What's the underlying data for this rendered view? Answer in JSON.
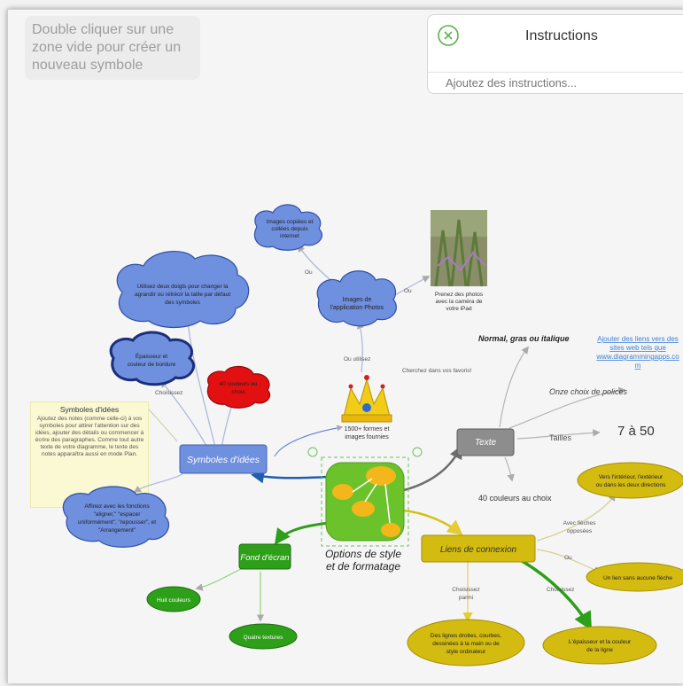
{
  "hint": {
    "text": "Double cliquer sur une zone vide pour créer un nouveau symbole"
  },
  "instructions": {
    "title": "Instructions",
    "placeholder": "Ajoutez des instructions..."
  },
  "central": {
    "line1": "Options de style",
    "line2": "et de formatage"
  },
  "nodes": {
    "symboles": "Symboles d'idées",
    "texte": "Texte",
    "fond": "Fond d'écran",
    "liens": "Liens de connexion",
    "crown_l1": "1500+ formes et",
    "crown_l2": "images fournies",
    "photos_l1": "Images de",
    "photos_l2": "l'application Photos",
    "copied_l1": "Images copiées et",
    "copied_l2": "collées depuis",
    "copied_l3": "internet",
    "camera_l1": "Prenez des photos",
    "camera_l2": "avec la caméra de",
    "camera_l3": "votre iPad",
    "drag_l1": "Utilisez deux doigts pour changer la",
    "drag_l2": "agrandir ou rétrécir la taille par défaut",
    "drag_l3": "des symboles",
    "border_l1": "Épaisseur et",
    "border_l2": "couleur de bordure",
    "red_l1": "40 couleurs au",
    "red_l2": "choix",
    "align_l1": "Affinez avec les fonctions",
    "align_l2": "\"aligner,\" \"espacer",
    "align_l3": "uniformément\", \"repousser\", et",
    "align_l4": "\"Arrangement\"",
    "normal": "Normal, gras ou italique",
    "link_l1": "Ajouter des liens vers des",
    "link_l2": "sites web tels que",
    "link_l3": "www.diagrammingapps.co",
    "link_l4": "m",
    "onze": "Onze choix de polices",
    "tailles": "Tailles",
    "size": "7 à 50",
    "couleurs40": "40 couleurs au choix",
    "vers_l1": "Vers l'intérieur, l'extérieur",
    "vers_l2": "ou dans les deux directions",
    "fleches_l1": "Avec flèches",
    "fleches_l2": "opposées",
    "sans_fleche": "Un lien sans aucune flèche",
    "lignes_l1": "Des lignes droites, courbes,",
    "lignes_l2": "dessinées à la main ou de",
    "lignes_l3": "style ordinateur",
    "epaisseur_l1": "L'épaisseur et la couleur",
    "epaisseur_l2": "de la ligne",
    "huit": "Huit couleurs",
    "quatre": "Quatre textures"
  },
  "labels": {
    "ou1": "Ou",
    "ou2": "Ou",
    "ou3": "Ou",
    "ou_utilisez": "Ou utilisez",
    "cherchez": "Cherchez dans vos favoris!",
    "choisissez": "Choisissez",
    "choisissez2": "Choisissez",
    "choisissez_parmi_l1": "Choisissez",
    "choisissez_parmi_l2": "parmi"
  },
  "note": {
    "title": "Symboles d'idées",
    "body": "Ajoutez des notes (comme celle-ci) à vos symboles pour attirer l'attention sur des idées, ajouter des détails ou commencer à écrire des paragraphes. Comme tout autre texte de votre diagramme, le texte des notes apparaîtra aussi en mode Plan."
  },
  "colors": {
    "blue": "#6f8fdf",
    "green": "#3aa51e",
    "yellow": "#d4bb10",
    "gray": "#8d8d8d",
    "red": "#e21010",
    "accent": "#5ab04a"
  }
}
